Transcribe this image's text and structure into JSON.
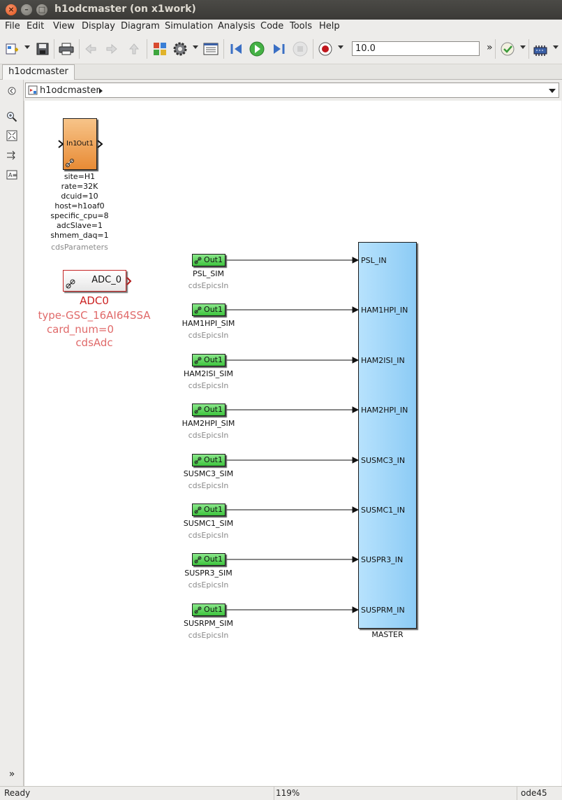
{
  "window": {
    "title": "h1odcmaster (on x1work)",
    "close": "×",
    "minimize": "–",
    "maximize": "□"
  },
  "menu": [
    "File",
    "Edit",
    "View",
    "Display",
    "Diagram",
    "Simulation",
    "Analysis",
    "Code",
    "Tools",
    "Help"
  ],
  "toolbar": {
    "sim_stop_time": "10.0",
    "more": "»"
  },
  "tab": {
    "label": "h1odcmaster"
  },
  "breadcrumb": {
    "model": "h1odcmaster"
  },
  "params_block": {
    "in_label": "In1",
    "out_label": "Out1",
    "lines": [
      "site=H1",
      "rate=32K",
      "dcuid=10",
      "host=h1oaf0",
      "specific_cpu=8",
      "adcSlave=1",
      "shmem_daq=1"
    ],
    "lib": "cdsParameters"
  },
  "adc_block": {
    "label": "ADC_0",
    "name": "ADC0",
    "lines": [
      "type-GSC_16AI64SSA",
      "card_num=0",
      "cdsAdc"
    ],
    "color": "#cc2222",
    "annotation_color": "#e06a6a"
  },
  "epics_blocks": [
    {
      "out": "Out1",
      "name": "PSL_SIM",
      "lib": "cdsEpicsIn"
    },
    {
      "out": "Out1",
      "name": "HAM1HPI_SIM",
      "lib": "cdsEpicsIn"
    },
    {
      "out": "Out1",
      "name": "HAM2ISI_SIM",
      "lib": "cdsEpicsIn"
    },
    {
      "out": "Out1",
      "name": "HAM2HPI_SIM",
      "lib": "cdsEpicsIn"
    },
    {
      "out": "Out1",
      "name": "SUSMC3_SIM",
      "lib": "cdsEpicsIn"
    },
    {
      "out": "Out1",
      "name": "SUSMC1_SIM",
      "lib": "cdsEpicsIn"
    },
    {
      "out": "Out1",
      "name": "SUSPR3_SIM",
      "lib": "cdsEpicsIn"
    },
    {
      "out": "Out1",
      "name": "SUSRPM_SIM",
      "lib": "cdsEpicsIn"
    }
  ],
  "master_block": {
    "name": "MASTER",
    "ports": [
      "PSL_IN",
      "HAM1HPI_IN",
      "HAM2ISI_IN",
      "HAM2HPI_IN",
      "SUSMC3_IN",
      "SUSMC1_IN",
      "SUSPR3_IN",
      "SUSPRM_IN"
    ],
    "color": "#a9dcfb"
  },
  "status": {
    "state": "Ready",
    "zoom": "119%",
    "solver": "ode45"
  }
}
